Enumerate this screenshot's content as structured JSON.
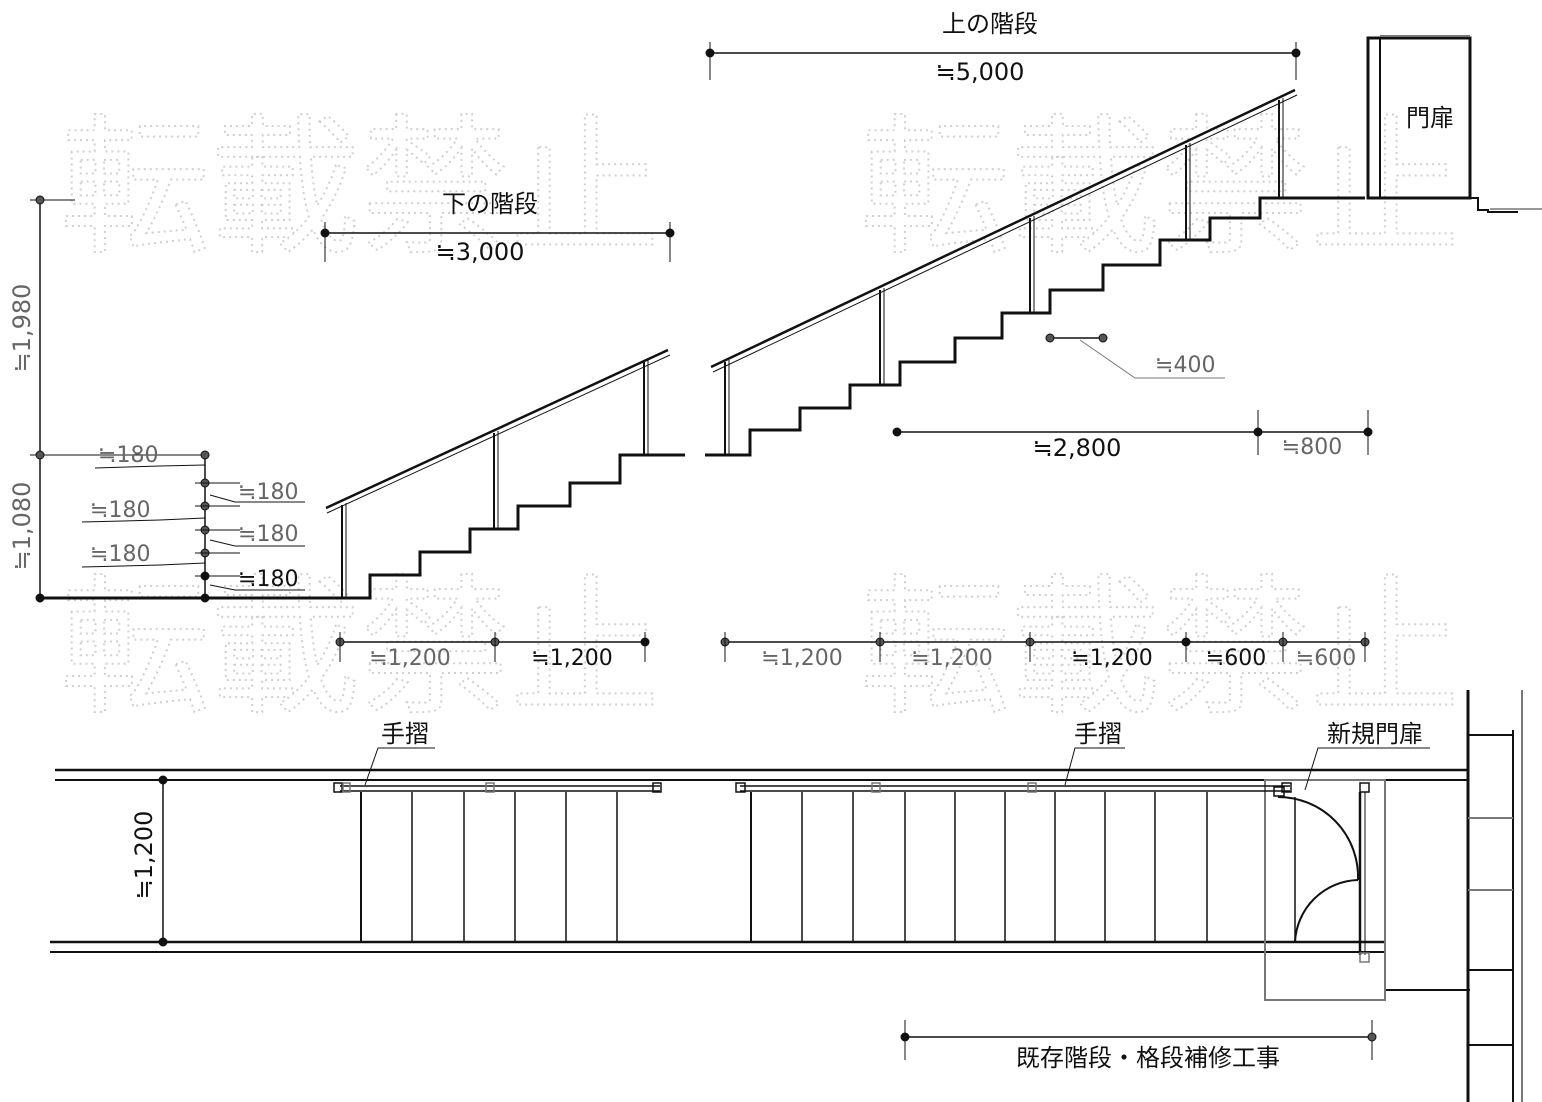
{
  "watermark": {
    "text": "転載禁止"
  },
  "elevation": {
    "upper_stairs_title": "上の階段",
    "upper_stairs_length": "≒5,000",
    "lower_stairs_title": "下の階段",
    "lower_stairs_length": "≒3,000",
    "gate_label": "門扉",
    "total_height_upper": "≒1,980",
    "total_height_lower": "≒1,080",
    "rise_labels": [
      "≒180",
      "≒180",
      "≒180",
      "≒180",
      "≒180",
      "≒180"
    ],
    "tread_label": "≒400",
    "run_upper": "≒2,800",
    "landing_upper": "≒800",
    "bottom_dims": [
      "≒1,200",
      "≒1,200",
      "≒1,200",
      "≒1,200",
      "≒1,200",
      "≒600",
      "≒600"
    ]
  },
  "plan": {
    "handrail_label_left": "手摺",
    "handrail_label_right": "手摺",
    "new_gate_label": "新規門扉",
    "width_dim": "≒1,200",
    "scope_label": "既存階段・格段補修工事"
  }
}
